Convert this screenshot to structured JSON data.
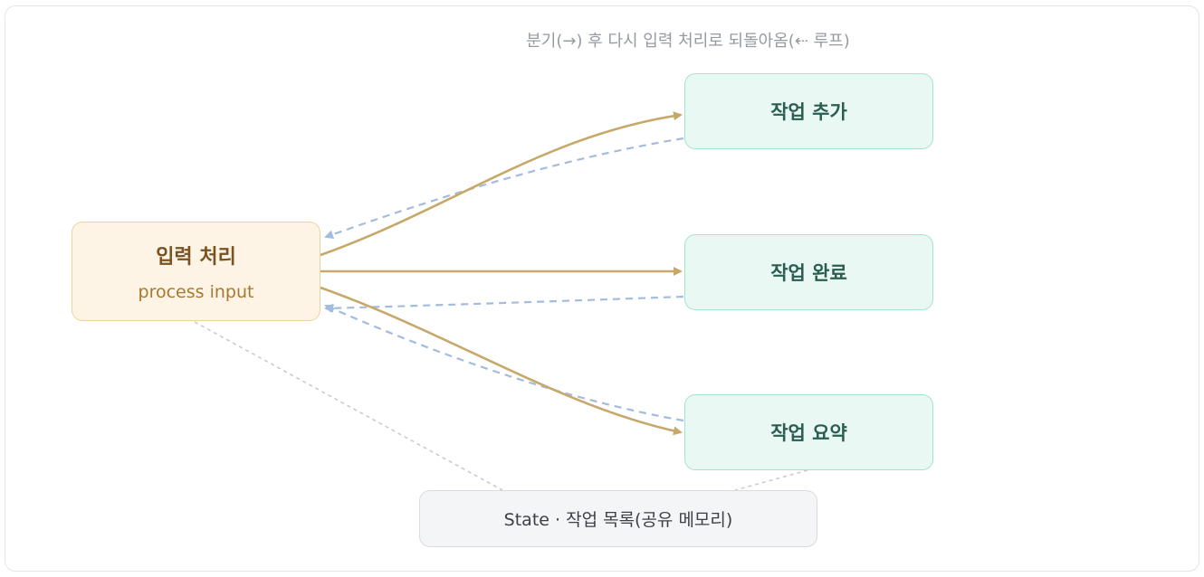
{
  "caption": "분기(→) 후 다시 입력 처리로 되돌아옴(⇠ 루프)",
  "nodes": {
    "input": {
      "title": "입력 처리",
      "subtitle": "process input"
    },
    "add": {
      "title": "작업 추가"
    },
    "complete": {
      "title": "작업 완료"
    },
    "summary": {
      "title": "작업 요약"
    },
    "state": {
      "title": "State · 작업 목록(공유 메모리)"
    }
  },
  "edges": [
    {
      "from": "input",
      "to": "add",
      "kind": "branch"
    },
    {
      "from": "input",
      "to": "complete",
      "kind": "branch"
    },
    {
      "from": "input",
      "to": "summary",
      "kind": "branch"
    },
    {
      "from": "add",
      "to": "input",
      "kind": "loop"
    },
    {
      "from": "complete",
      "to": "input",
      "kind": "loop"
    },
    {
      "from": "summary",
      "to": "input",
      "kind": "loop"
    },
    {
      "from": "input",
      "to": "state",
      "kind": "shared-memory"
    },
    {
      "from": "summary",
      "to": "state",
      "kind": "shared-memory"
    }
  ],
  "colors": {
    "branch": "#c7a86b",
    "loop": "#a3bbdd",
    "memory": "#c8cbd1"
  }
}
